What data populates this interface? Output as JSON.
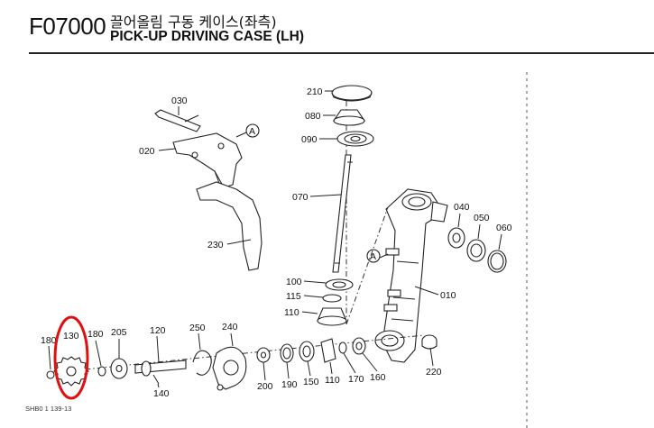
{
  "header": {
    "code": "F07000",
    "title_kr": "끌어올림 구동 케이스(좌측)",
    "title_en": "PICK-UP DRIVING CASE (LH)"
  },
  "callouts": {
    "p030": "030",
    "p020": "020",
    "p230": "230",
    "pA1": "A",
    "p210": "210",
    "p080": "080",
    "p090": "090",
    "p070": "070",
    "p100": "100",
    "p115": "115",
    "p110a": "110",
    "p040": "040",
    "p050": "050",
    "p060": "060",
    "pA2": "A",
    "p010": "010",
    "p180a": "180",
    "p130": "130",
    "p180b": "180",
    "p205": "205",
    "p120": "120",
    "p250": "250",
    "p240": "240",
    "p140": "140",
    "p200": "200",
    "p190": "190",
    "p150": "150",
    "p110b": "110",
    "p170": "170",
    "p160": "160",
    "p220": "220"
  },
  "footer_code": "SHB0 1 139-13",
  "highlight": {
    "color": "#e01010",
    "target": "130"
  }
}
